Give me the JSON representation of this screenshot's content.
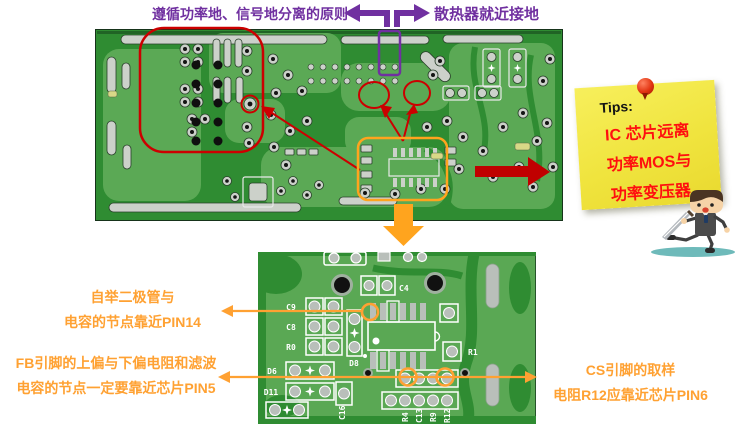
{
  "colors": {
    "annotation_purple": "#7030A0",
    "annotation_orange": "#FFA132",
    "annotation_red": "#CC0000",
    "thick_arrow_red": "#C00000",
    "sticky_yellow": "#F0E43E",
    "sticky_text_red": "#FF0F0F",
    "pcb_green_dark": "#2F8C32",
    "pcb_green_light": "#5BA955"
  },
  "top_annotations": {
    "ground_principle": "遵循功率地、信号地分离的原则",
    "heatsink": "散热器就近接地"
  },
  "sticky_note": {
    "title": "Tips:",
    "line1": "IC 芯片远离",
    "line2": "功率MOS与",
    "line3": "功率变压器"
  },
  "callouts": {
    "pin14_line1": "自举二极管与",
    "pin14_line2": "电容的节点靠近PIN14",
    "pin5_line1": "FB引脚的上偏与下偏电阻和滤波",
    "pin5_line2": "电容的节点一定要靠近芯片PIN5",
    "pin6_line1": "CS引脚的取样",
    "pin6_line2": "电阻R12应靠近芯片PIN6"
  },
  "pcb_labels": {
    "c4": "C4",
    "c9": "C9",
    "c8": "C8",
    "r0": "R0",
    "d8": "D8",
    "d6": "D6",
    "d11": "D11",
    "c16": "C16",
    "r4": "R4",
    "c13": "C13",
    "r9": "R9",
    "r12": "R12",
    "r1": "R1"
  }
}
